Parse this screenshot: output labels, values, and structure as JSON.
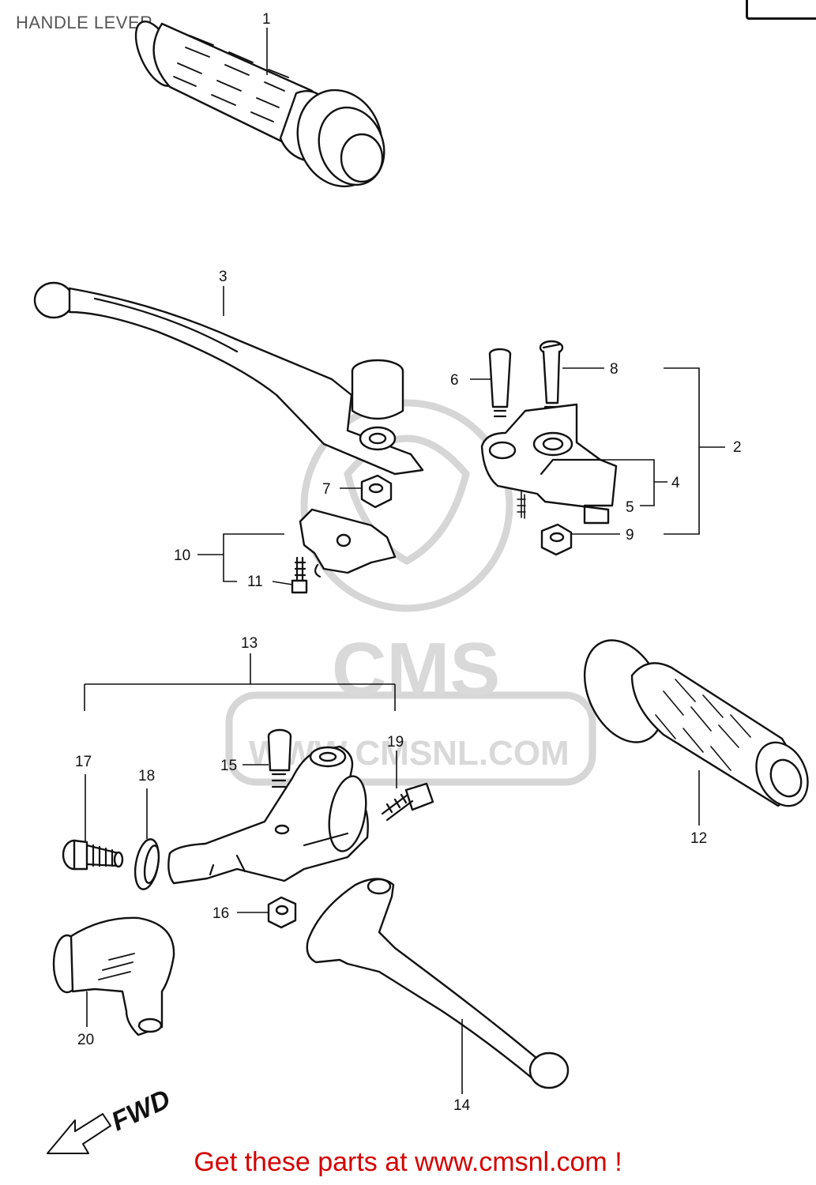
{
  "title": "HANDLE LEVER",
  "footer": "Get these parts at www.cmsnl.com !",
  "watermark": {
    "logo_text": "CMS",
    "url_text": "WWW.CMSNL.COM"
  },
  "direction_label": "FWD",
  "callouts": [
    {
      "id": "1",
      "label": "1"
    },
    {
      "id": "2",
      "label": "2"
    },
    {
      "id": "3",
      "label": "3"
    },
    {
      "id": "4",
      "label": "4"
    },
    {
      "id": "5",
      "label": "5"
    },
    {
      "id": "6",
      "label": "6"
    },
    {
      "id": "7",
      "label": "7"
    },
    {
      "id": "8",
      "label": "8"
    },
    {
      "id": "9",
      "label": "9"
    },
    {
      "id": "10",
      "label": "10"
    },
    {
      "id": "11",
      "label": "11"
    },
    {
      "id": "12",
      "label": "12"
    },
    {
      "id": "13",
      "label": "13"
    },
    {
      "id": "14",
      "label": "14"
    },
    {
      "id": "15",
      "label": "15"
    },
    {
      "id": "16",
      "label": "16"
    },
    {
      "id": "17",
      "label": "17"
    },
    {
      "id": "18",
      "label": "18"
    },
    {
      "id": "19",
      "label": "19"
    },
    {
      "id": "20",
      "label": "20"
    }
  ],
  "colors": {
    "footer": "#d40000",
    "line": "#111111",
    "watermark": "#d9d9d9"
  }
}
